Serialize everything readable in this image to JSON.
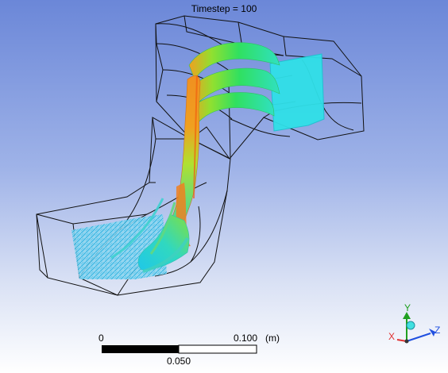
{
  "viewport": {
    "timestep_label": "Timestep = 100"
  },
  "scale_bar": {
    "start_label": "0",
    "end_label": "0.100",
    "unit_label": "(m)",
    "mid_label": "0.050"
  },
  "triad": {
    "x_label": "X",
    "y_label": "Y",
    "z_label": "Z",
    "x_color": "#e03030",
    "y_color": "#20a020",
    "z_color": "#2050e0"
  },
  "colors": {
    "background_top": "#6b87d8",
    "background_bottom": "#ffffff",
    "streamline_low": "#20d8e8",
    "streamline_mid": "#70e040",
    "streamline_high": "#f07020"
  }
}
